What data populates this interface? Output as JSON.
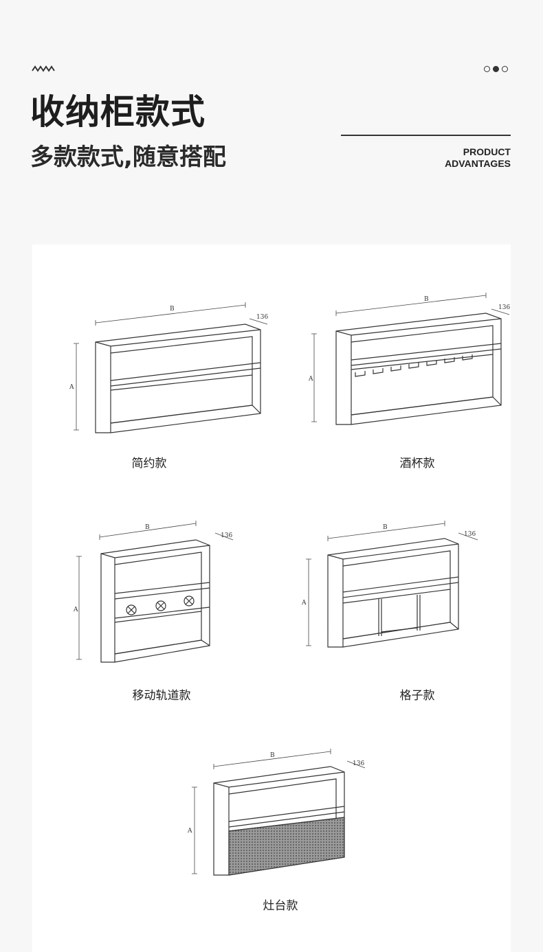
{
  "header": {
    "title": "收纳柜款式",
    "subtitle": "多款款式,随意搭配",
    "en_line1": "PRODUCT",
    "en_line2": "ADVANTAGES"
  },
  "pagination": {
    "count": 3,
    "active": 2
  },
  "dimension_labels": {
    "width": "B",
    "height": "A",
    "depth": "136"
  },
  "styles": [
    {
      "label": "简约款"
    },
    {
      "label": "酒杯款"
    },
    {
      "label": "移动轨道款"
    },
    {
      "label": "格子款"
    },
    {
      "label": "灶台款"
    }
  ]
}
